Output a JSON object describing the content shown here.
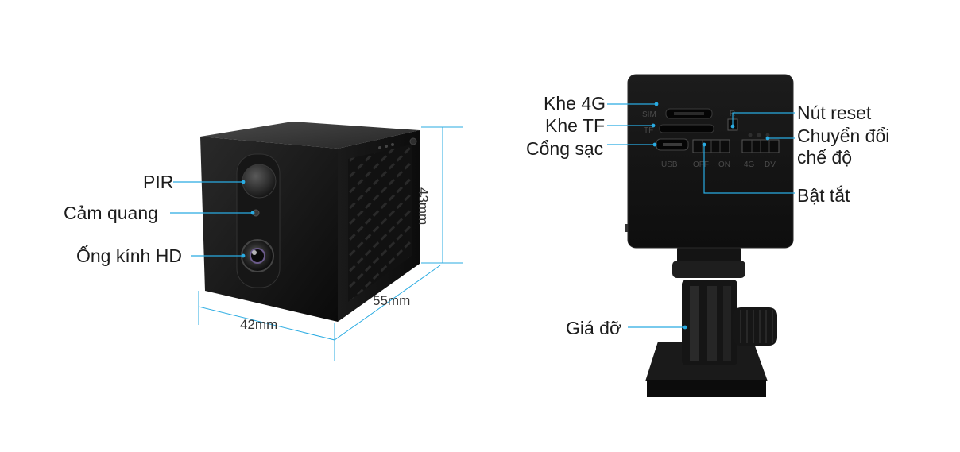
{
  "colors": {
    "accent": "#29abe2",
    "body": "#141414",
    "text": "#1c1c1c"
  },
  "front_view": {
    "labels": {
      "pir": "PIR",
      "light_sensor": "Cảm quang",
      "hd_lens": "Ống kính HD"
    },
    "dimensions": {
      "width": "42mm",
      "depth": "55mm",
      "height": "43mm"
    }
  },
  "back_view": {
    "labels": {
      "slot_4g": "Khe 4G",
      "slot_tf": "Khe TF",
      "charge_port": "Cổng sạc",
      "reset_button": "Nút reset",
      "mode_switch_line1": "Chuyển đổi",
      "mode_switch_line2": "chế độ",
      "power_switch": "Bật tắt",
      "mount": "Giá đỡ"
    },
    "panel_marks": {
      "sim": "SIM",
      "tf": "TF",
      "reset": "R",
      "usb": "USB",
      "off": "OFF",
      "on": "ON",
      "g4": "4G",
      "dv": "DV"
    }
  }
}
